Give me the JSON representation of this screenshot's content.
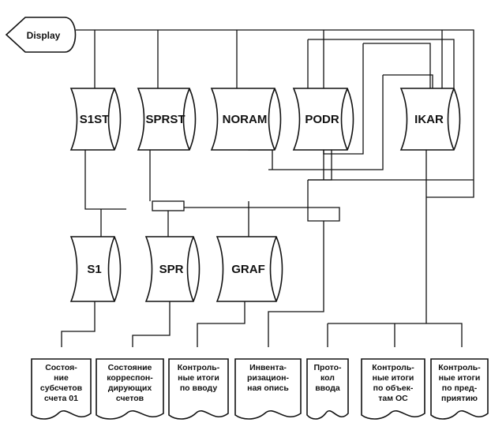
{
  "display": {
    "label": "Display"
  },
  "files_top": [
    {
      "id": "s1st",
      "label": "S1ST"
    },
    {
      "id": "sprst",
      "label": "SPRST"
    },
    {
      "id": "noram",
      "label": "NORAM"
    },
    {
      "id": "podr",
      "label": "PODR"
    },
    {
      "id": "ikar",
      "label": "IKAR"
    }
  ],
  "files_mid": [
    {
      "id": "s1",
      "label": "S1"
    },
    {
      "id": "spr",
      "label": "SPR"
    },
    {
      "id": "graf",
      "label": "GRAF"
    }
  ],
  "documents": [
    {
      "id": "doc1",
      "lines": [
        "Состоя-",
        "ние",
        "субсчетов",
        "счета 01"
      ]
    },
    {
      "id": "doc2",
      "lines": [
        "Состояние",
        "корреспон-",
        "дирующих",
        "счетов"
      ]
    },
    {
      "id": "doc3",
      "lines": [
        "Контроль-",
        "ные итоги",
        "по вводу"
      ]
    },
    {
      "id": "doc4",
      "lines": [
        "Инвента-",
        "ризацион-",
        "ная опись"
      ]
    },
    {
      "id": "doc5",
      "lines": [
        "Прото-",
        "кол",
        "ввода"
      ]
    },
    {
      "id": "doc6",
      "lines": [
        "Контроль-",
        "ные итоги",
        "по объек-",
        "там ОС"
      ]
    },
    {
      "id": "doc7",
      "lines": [
        "Контроль-",
        "ные итоги",
        "по пред-",
        "приятию"
      ]
    }
  ]
}
